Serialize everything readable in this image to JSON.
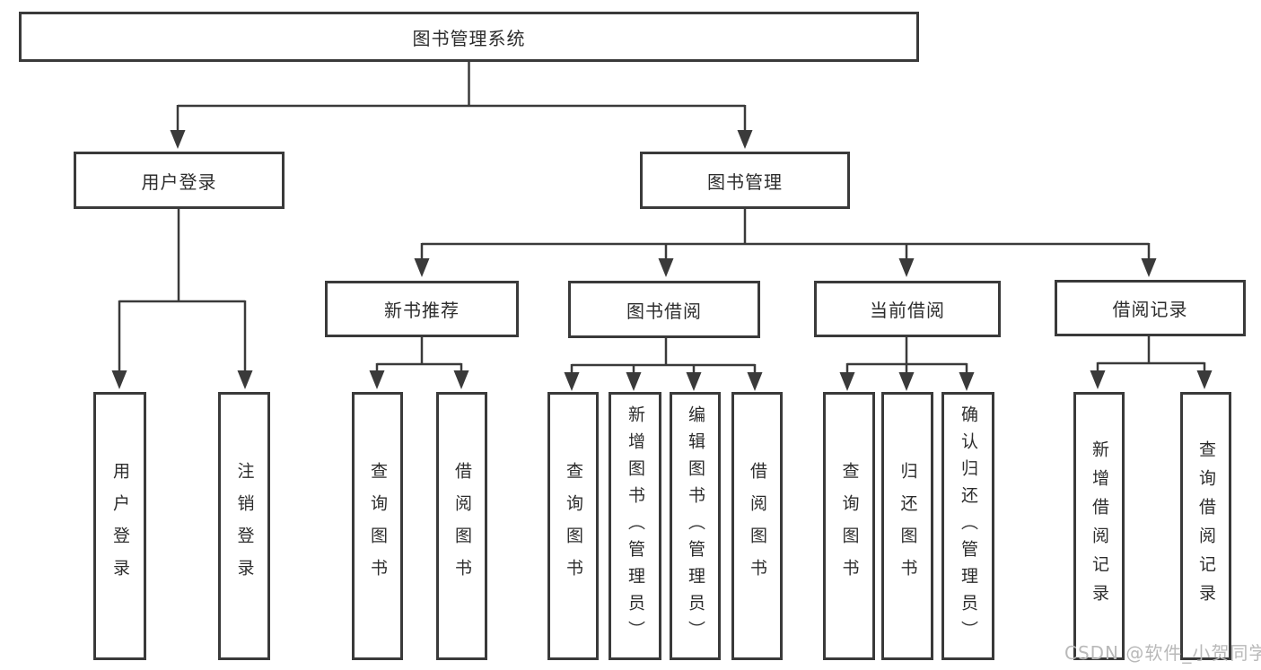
{
  "diagram": {
    "root": "图书管理系统",
    "level2": {
      "user_login": "用户登录",
      "book_management": "图书管理"
    },
    "level3": {
      "new_books": "新书推荐",
      "book_borrow": "图书借阅",
      "current_borrow": "当前借阅",
      "borrow_records": "借阅记录"
    },
    "level4": {
      "user_login": "用户登录",
      "logout": "注销登录",
      "nb_search_book": "查询图书",
      "nb_borrow_book": "借阅图书",
      "bb_search_book": "查询图书",
      "bb_add_book": "新增图书（管理员）",
      "bb_edit_book": "编辑图书（管理员）",
      "bb_borrow_book": "借阅图书",
      "cb_search_book": "查询图书",
      "cb_return_book": "归还图书",
      "cb_confirm_return": "确认归还（管理员）",
      "br_add_record": "新增借阅记录",
      "br_search_record": "查询借阅记录"
    }
  },
  "watermark": "CSDN @软件_小贺同学",
  "colors": {
    "line": "#3a3a3a",
    "text": "#2d2d2d",
    "background": "#ffffff",
    "watermark": "#b9b9b9"
  }
}
